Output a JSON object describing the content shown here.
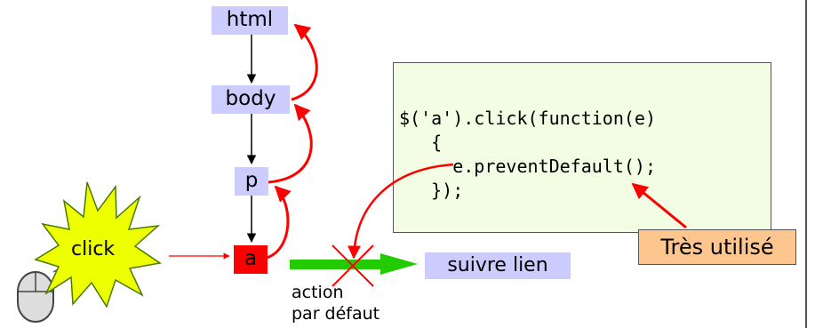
{
  "diagram": {
    "nodes": {
      "html": "html",
      "body": "body",
      "p": "p",
      "a": "a"
    },
    "click_label": "click",
    "follow_link": "suivre lien",
    "default_action": [
      "action",
      "par défaut"
    ],
    "code_lines": [
      "$('a').click(function(e)",
      "   {",
      "     e.preventDefault();",
      "   });"
    ],
    "callout": "Très utilisé",
    "colors": {
      "node_fill": "#ccccff",
      "target_fill": "#ff0000",
      "bubble_arrow": "#ff0000",
      "default_action_arrow": "#22cc00",
      "burst_fill": "#eeff00",
      "code_bg": "#f2fde3",
      "callout_bg": "#fdc68f"
    }
  }
}
